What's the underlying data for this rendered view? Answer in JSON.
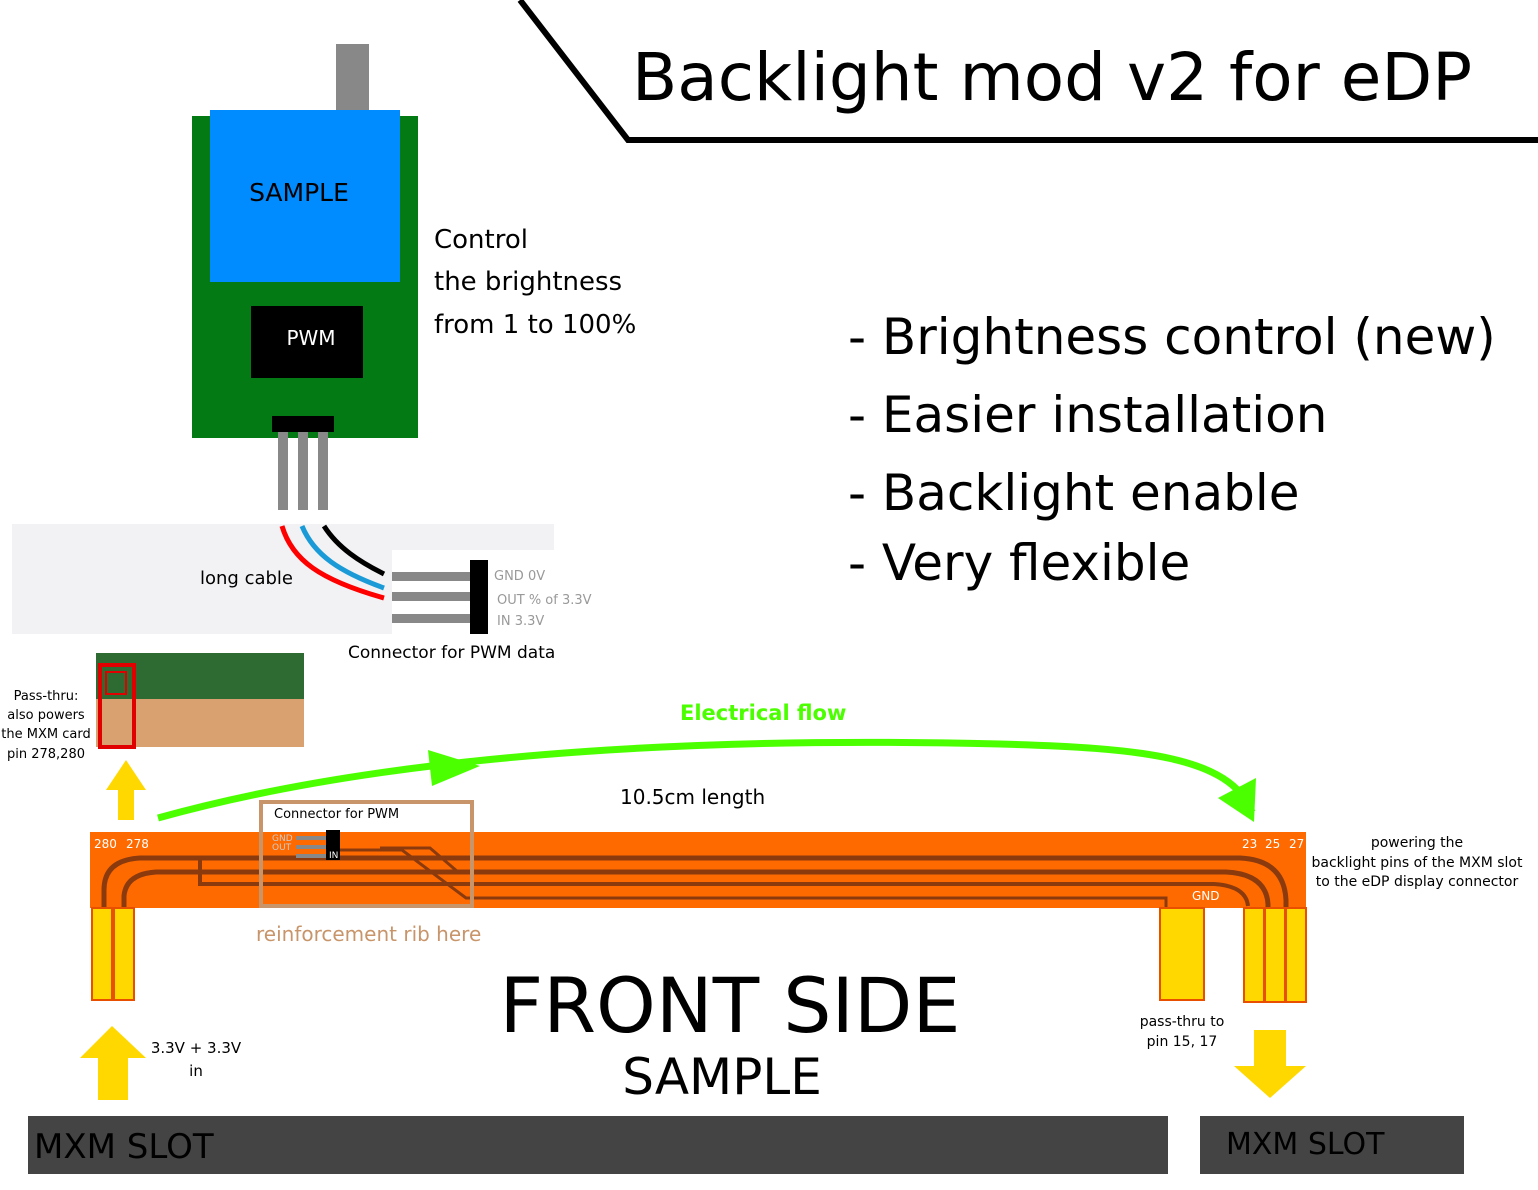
{
  "header": {
    "title": "Backlight mod v2 for eDP"
  },
  "module": {
    "sample_label": "SAMPLE",
    "pwm_label": "PWM",
    "caption_lines": [
      "Control",
      "the brightness",
      "from 1 to 100%"
    ]
  },
  "features": [
    "- Brightness control (new)",
    "- Easier installation",
    "- Backlight enable",
    "- Very flexible"
  ],
  "cable": {
    "long_cable_label": "long cable",
    "pins": [
      "GND 0V",
      "OUT % of 3.3V",
      "IN 3.3V"
    ],
    "connector_caption": "Connector for PWM data"
  },
  "passthru_left": {
    "lines": [
      "Pass-thru:",
      "also powers",
      "the MXM card",
      "pin 278,280"
    ]
  },
  "flow": {
    "label": "Electrical flow",
    "length_label": "10.5cm length"
  },
  "board": {
    "connector_label": "Connector for PWM",
    "mini_pins": [
      "GND",
      "OUT",
      "IN"
    ],
    "left_pins": [
      "280",
      "278"
    ],
    "right_pins": [
      "23",
      "25",
      "27"
    ],
    "gnd_label": "GND",
    "rib_label": "reinforcement rib here",
    "right_note_lines": [
      "powering the",
      "backlight pins of the MXM slot",
      "to the eDP display connector"
    ]
  },
  "bottom": {
    "front_side": "FRONT SIDE",
    "sample": "SAMPLE",
    "input_lines": [
      "3.3V + 3.3V",
      "in"
    ],
    "passthru_right_lines": [
      "pass-thru to",
      "pin 15, 17"
    ],
    "slot_left": "MXM SLOT",
    "slot_right": "MXM SLOT"
  },
  "colors": {
    "module_green": "#037A13",
    "sample_blue": "#008CFF",
    "board_orange": "#FF6A00",
    "trace_brown": "#8B3A0E",
    "pad_yellow": "#FFD800",
    "flow_green": "#4CFF00",
    "slot_gray": "#444444",
    "rib_tan": "#C8956A"
  }
}
